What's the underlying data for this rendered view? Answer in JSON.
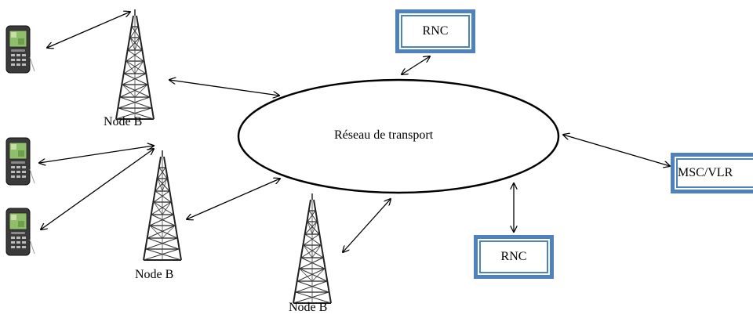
{
  "network": {
    "label": "Réseau de transport"
  },
  "towers": [
    {
      "label": "Node B"
    },
    {
      "label": "Node B"
    },
    {
      "label": "Node B"
    }
  ],
  "controllers": [
    {
      "label": "RNC"
    },
    {
      "label": "RNC"
    }
  ],
  "core": {
    "label": "MSC/VLR"
  },
  "colors": {
    "box_border": "#4f81bd",
    "phone_body": "#3a3a3a",
    "phone_screen": "#8fbf6a"
  },
  "icons": [
    "mobile-phone-icon",
    "cell-tower-icon"
  ]
}
